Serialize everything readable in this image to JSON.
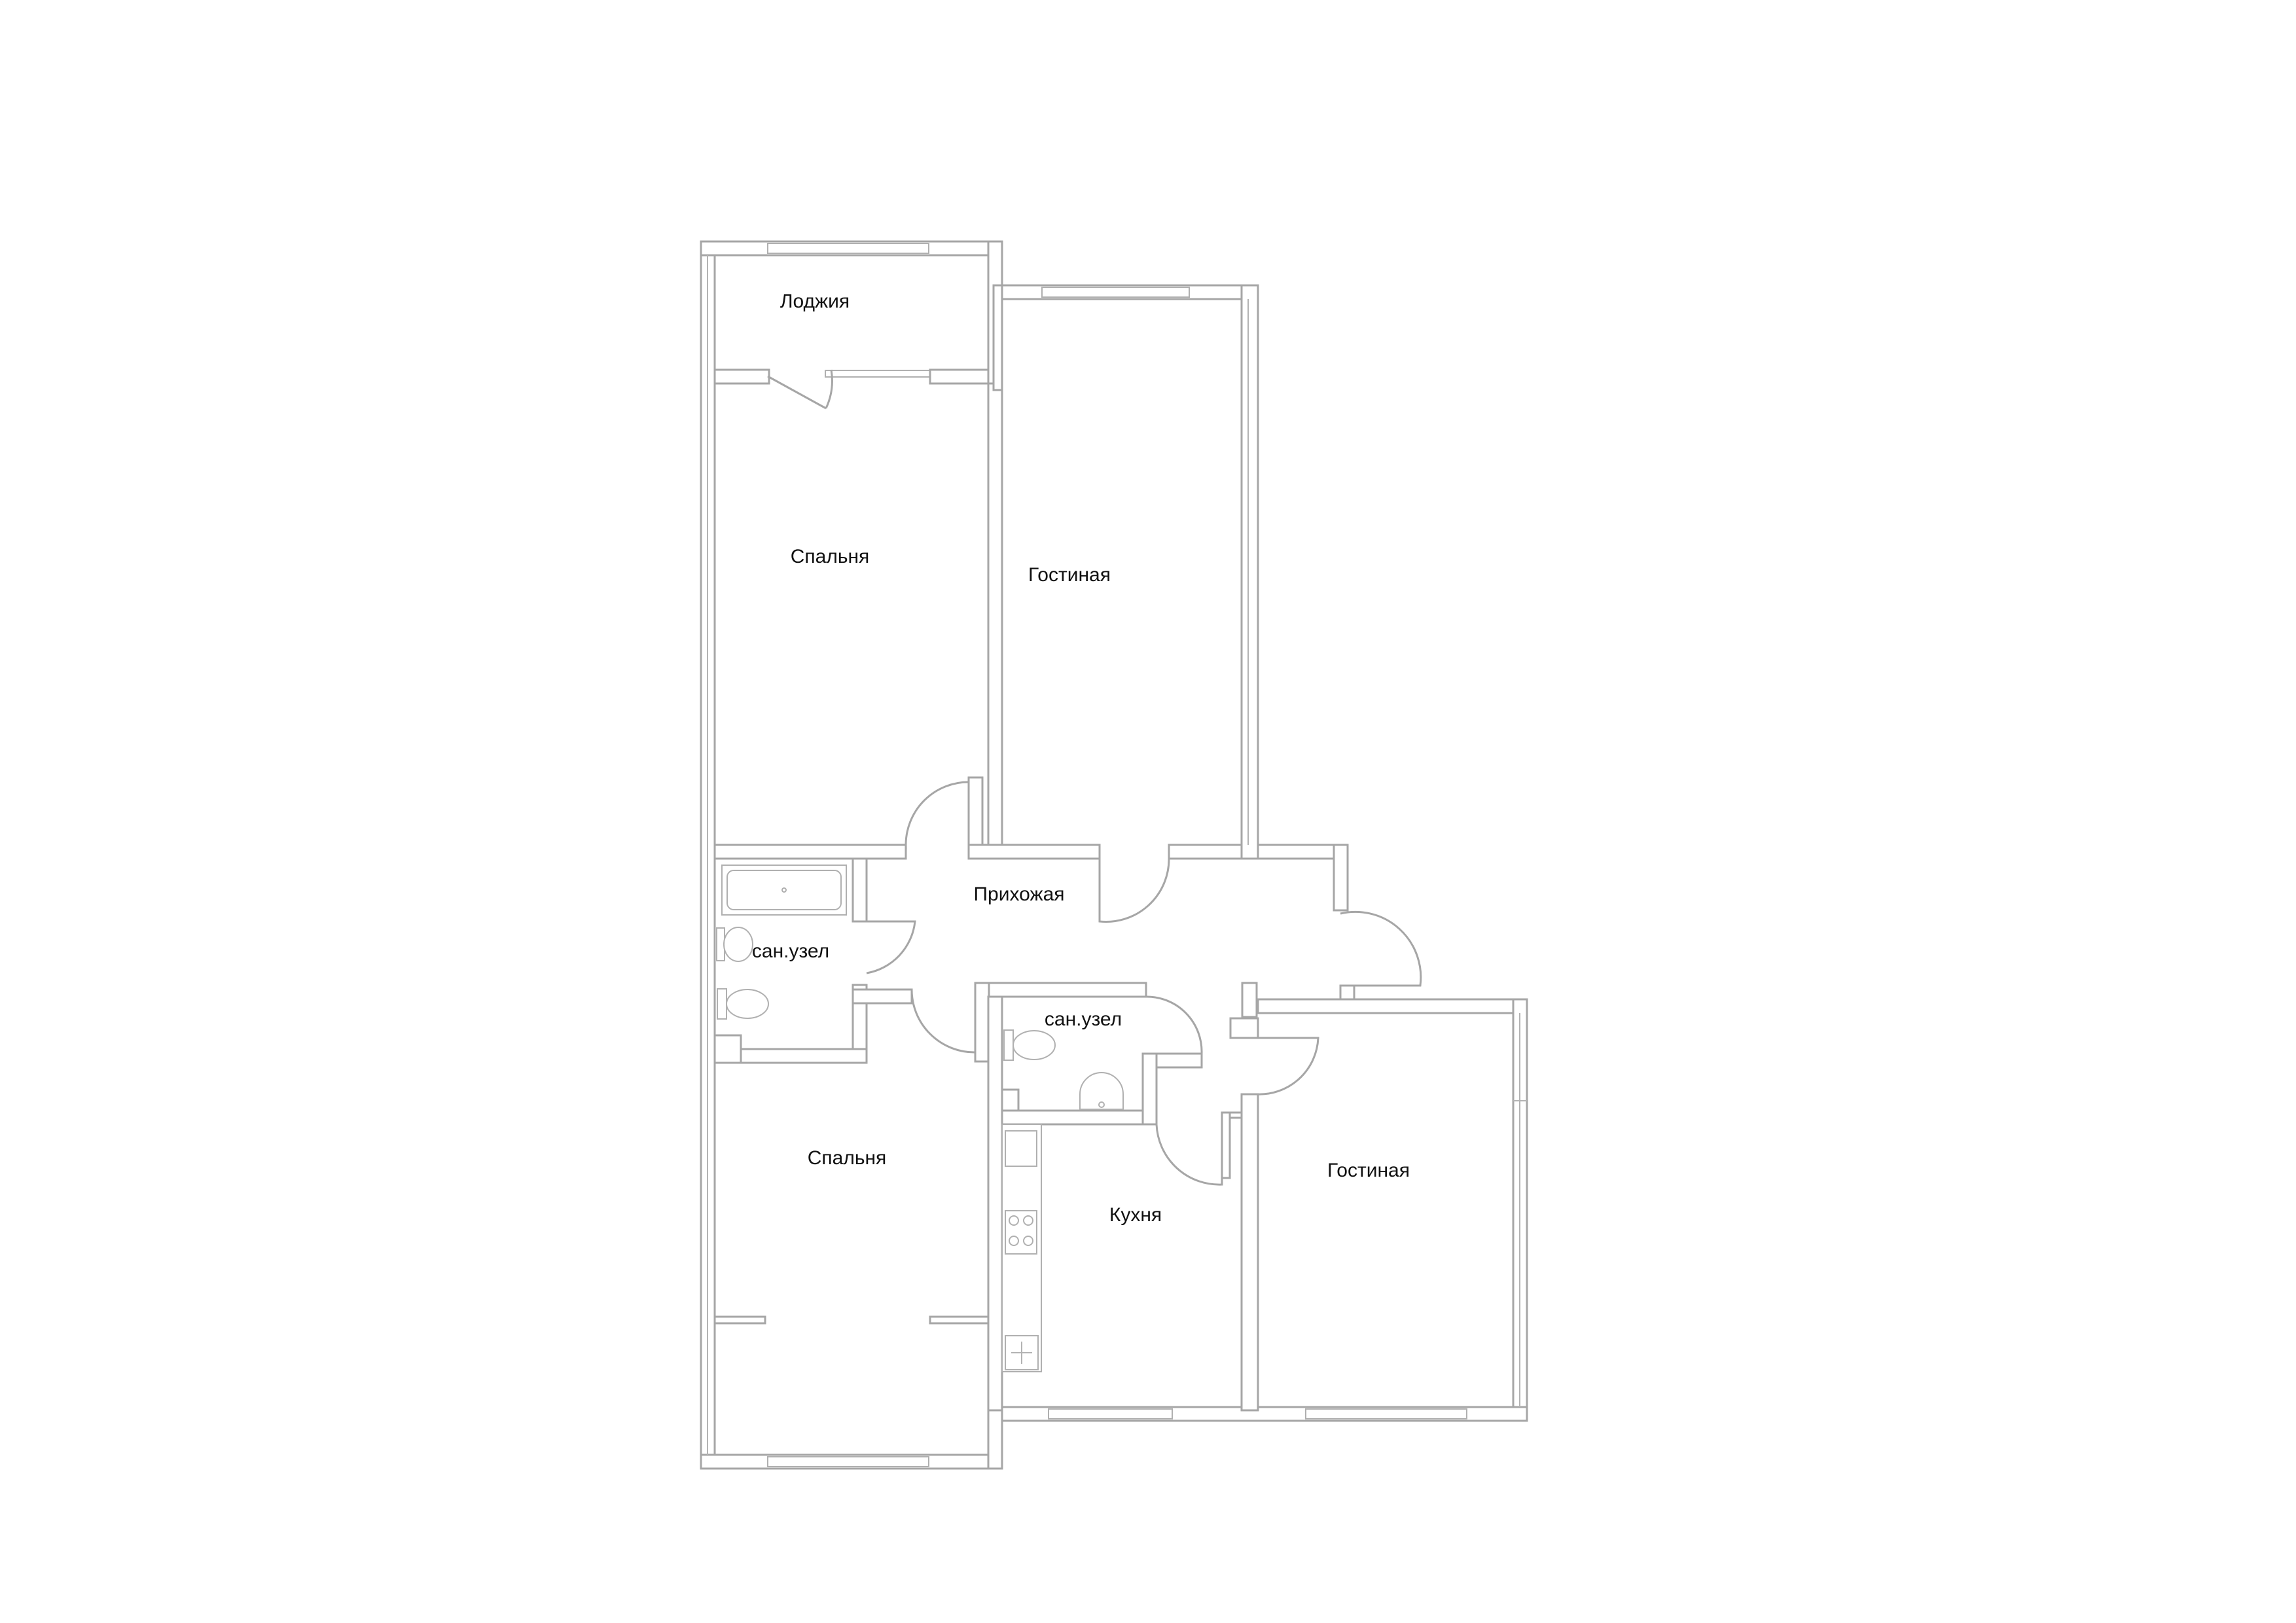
{
  "rooms": {
    "loggia": "Лоджия",
    "bedroom_top": "Спальня",
    "living_top": "Гостиная",
    "hallway": "Прихожая",
    "bathroom_left": "сан.узел",
    "bathroom_center": "сан.узел",
    "bedroom_bottom": "Спальня",
    "kitchen": "Кухня",
    "living_bottom": "Гостиная"
  },
  "colors": {
    "wall": "#a6a6a6",
    "background": "#ffffff",
    "text": "#111111"
  }
}
